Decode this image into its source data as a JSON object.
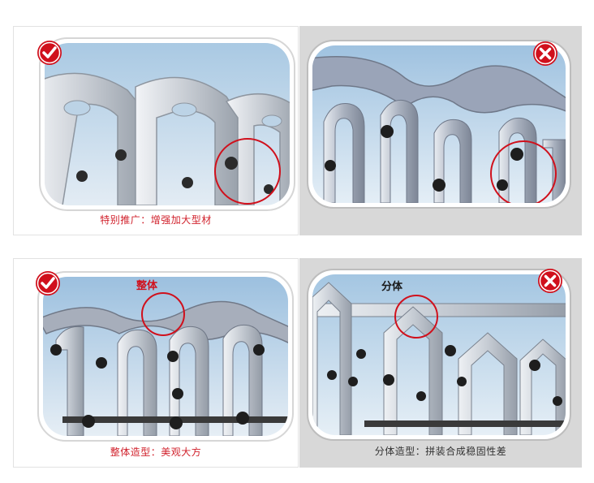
{
  "panels": [
    {
      "caption": "特别推广：增强加大型材",
      "verdict": "check",
      "callout": ""
    },
    {
      "caption": "",
      "verdict": "cross",
      "callout": ""
    },
    {
      "caption": "整体造型：美观大方",
      "verdict": "check",
      "callout": "整体"
    },
    {
      "caption": "分体造型：拼装合成稳固性差",
      "verdict": "cross",
      "callout": "分体"
    }
  ],
  "colors": {
    "accent_red": "#d01f2a",
    "sky_top": "#a9c9e3",
    "sky_bottom": "#dfeaf3",
    "metal": "#c9cfd6",
    "bad_panel_bg": "#d8d8d8"
  },
  "icons": {
    "check": "check-circle-icon",
    "cross": "cross-circle-icon"
  }
}
